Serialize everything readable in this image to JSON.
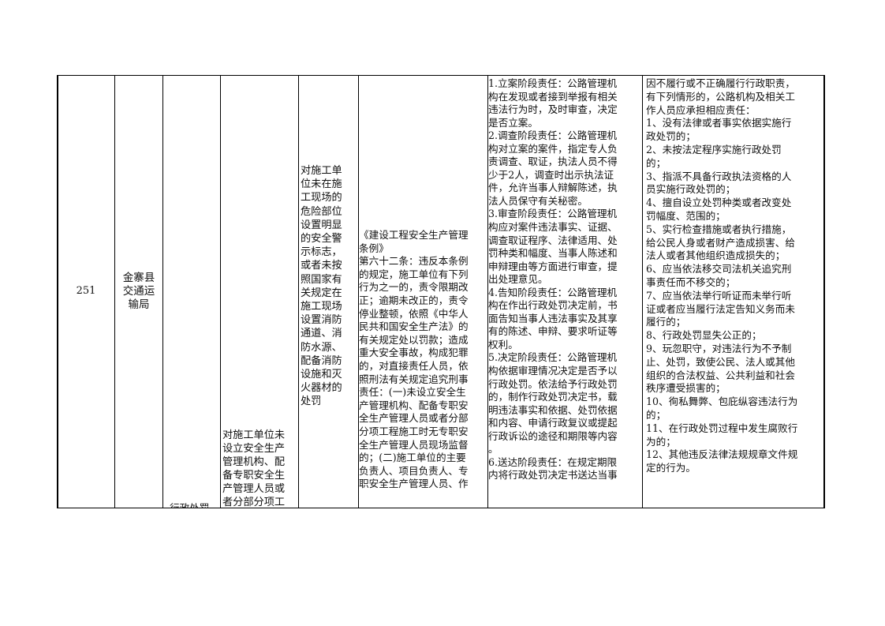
{
  "row": {
    "number": "251",
    "department": "金寨县\n交通运\n输局",
    "category_fragment": "行政处罚",
    "sub_item": "对施工单位未\n设立安全生产\n管理机构、配\n备专职安全生\n产管理人员或\n者分部分项工",
    "item": "对施工单\n位未在施\n工现场的\n危险部位\n设置明显\n的安全警\n示标志，\n或者未按\n照国家有\n关规定在\n施工现场\n设置消防\n通道、消\n防水源、\n配备消防\n设施和灭\n火器材的\n处罚",
    "basis": "《建设工程安全生产管理\n条例》\n第六十二条：违反本条例\n的规定，施工单位有下列\n行为之一的，责令限期改\n正；逾期未改正的，责令\n停业整顿，依照《中华人\n民共和国安全生产法》的\n有关规定处以罚款；造成\n重大安全事故，构成犯罪\n的，对直接责任人员，依\n照刑法有关规定追究刑事\n责任：(一)未设立安全生\n产管理机构、配备专职安\n全生产管理人员或者分部\n分项工程施工时无专职安\n全生产管理人员现场监督\n的；(二)施工单位的主要\n负责人、项目负责人、专\n职安全生产管理人员、作",
    "duties": "1.立案阶段责任：公路管理机\n构在发现或者接到举报有相关\n违法行为时，及时审查，决定\n是否立案。\n2.调查阶段责任：公路管理机\n构对立案的案件，指定专人负\n责调查、取证，执法人员不得\n少于2人，调查时出示执法证\n件，允许当事人辩解陈述，执\n法人员保守有关秘密。\n3.审查阶段责任：公路管理机\n构应对案件违法事实、证据、\n调查取证程序、法律适用、处\n罚种类和幅度、当事人陈述和\n申辩理由等方面进行审查，提\n出处理意见。\n4.告知阶段责任：公路管理机\n构在作出行政处罚决定前，书\n面告知当事人违法事实及其享\n有的陈述、申辩、要求听证等\n权利。\n5.决定阶段责任：公路管理机\n构依据审理情况决定是否予以\n行政处罚。依法给予行政处罚\n的，制作行政处罚决定书，载\n明违法事实和依据、处罚依据\n和内容、申请行政复议或提起\n行政诉讼的途径和期限等内容\n。\n6.送达阶段责任：在规定期限\n内将行政处罚决定书送达当事",
    "accountability": "因不履行或不正确履行行政职责，\n有下列情形的，公路机构及相关工\n作人员应承担相应责任：\n1、没有法律或者事实依据实施行\n政处罚的；\n2、未按法定程序实施行政处罚\n的；\n3、指派不具备行政执法资格的人\n员实施行政处罚的；\n4、擅自设立处罚种类或者改变处\n罚幅度、范围的；\n5、实行检查措施或者执行措施，\n给公民人身或者财产造成损害、给\n法人或者其他组织造成损失的；\n6、应当依法移交司法机关追究刑\n事责任而不移交的；\n7、应当依法举行听证而未举行听\n证或者应当履行法定告知义务而未\n履行的；\n8、行政处罚显失公正的；\n9、玩忽职守，对违法行为不予制\n止、处罚，致使公民、法人或其他\n组织的合法权益、公共利益和社会\n秩序遭受损害的；\n10、徇私舞弊、包庇纵容违法行为\n的；\n11、在行政处罚过程中发生腐败行\n为的；\n12、其他违反法律法规规章文件规\n定的行为。"
  }
}
